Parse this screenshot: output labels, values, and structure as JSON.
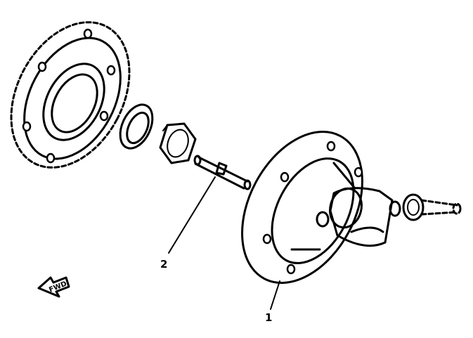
{
  "labels": {
    "callout_1": "1",
    "callout_2": "2",
    "forward_arrow": "FWD"
  }
}
